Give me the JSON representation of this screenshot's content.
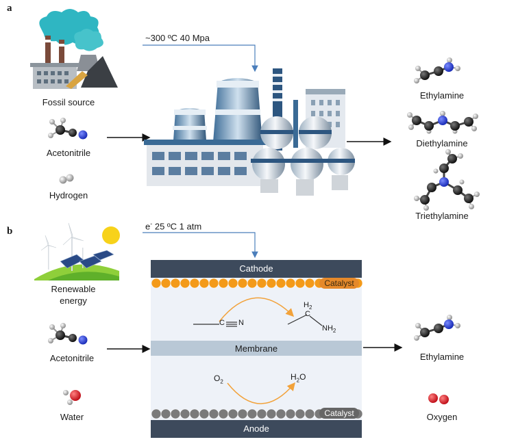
{
  "panel_a": {
    "label": "a",
    "conditions": "~300 ºC  40 Mpa",
    "inputs": {
      "fossil": "Fossil source",
      "acetonitrile": "Acetonitrile",
      "hydrogen": "Hydrogen"
    },
    "outputs": {
      "ethylamine": "Ethylamine",
      "diethylamine": "Diethylamine",
      "triethylamine": "Triethylamine"
    }
  },
  "panel_b": {
    "label": "b",
    "conditions": {
      "electron_base": "e",
      "electron_sup": "-",
      "rest": "25 ºC  1 atm"
    },
    "inputs": {
      "renewable_line1": "Renewable",
      "renewable_line2": "energy",
      "acetonitrile": "Acetonitrile",
      "water": "Water"
    },
    "outputs": {
      "ethylamine": "Ethylamine",
      "oxygen": "Oxygen"
    },
    "cell": {
      "cathode": "Cathode",
      "membrane": "Membrane",
      "anode": "Anode",
      "catalyst_top": "Catalyst",
      "catalyst_bottom": "Catalyst"
    },
    "chem": {
      "nitrile_N": "N",
      "nitrile_C": "C",
      "amine_H": "H",
      "amine_H_sub": "2",
      "amine_C": "C",
      "amine_NH": "NH",
      "amine_NH_sub": "2",
      "o2_base": "O",
      "o2_sub": "2",
      "h2o_h": "H",
      "h2o_sub": "2",
      "h2o_o": "O"
    }
  },
  "colors": {
    "cathode_bar": "#3d4a5c",
    "catalyst_top": "#f39a1a",
    "catalyst_bottom": "#7a7a7a",
    "membrane_bar": "#b9c8d6",
    "cell_bg": "#eef2f8",
    "arrow_blue": "#4a7ebb",
    "curve_orange": "#f2a23a"
  }
}
